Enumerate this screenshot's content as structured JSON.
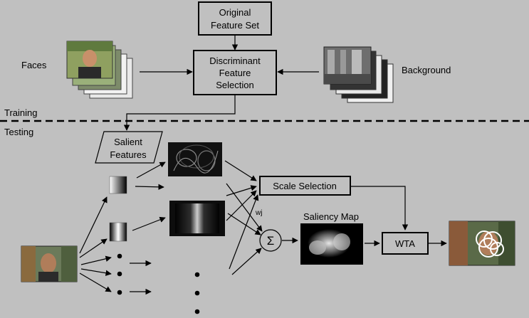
{
  "boxes": {
    "original_feature_set": [
      "Original",
      "Feature Set"
    ],
    "discriminant_selection": [
      "Discriminant",
      "Feature",
      "Selection"
    ],
    "salient_features": [
      "Salient",
      "Features"
    ],
    "scale_selection": "Scale Selection",
    "wta": "WTA"
  },
  "labels": {
    "faces": "Faces",
    "background": "Background",
    "training": "Training",
    "testing": "Testing",
    "saliency_map": "Saliency Map",
    "weight": "wj",
    "sum_symbol": "Σ"
  },
  "colors": {
    "background": "#c0c0c0",
    "line": "#000000",
    "box_fill": "#c0c0c0"
  }
}
